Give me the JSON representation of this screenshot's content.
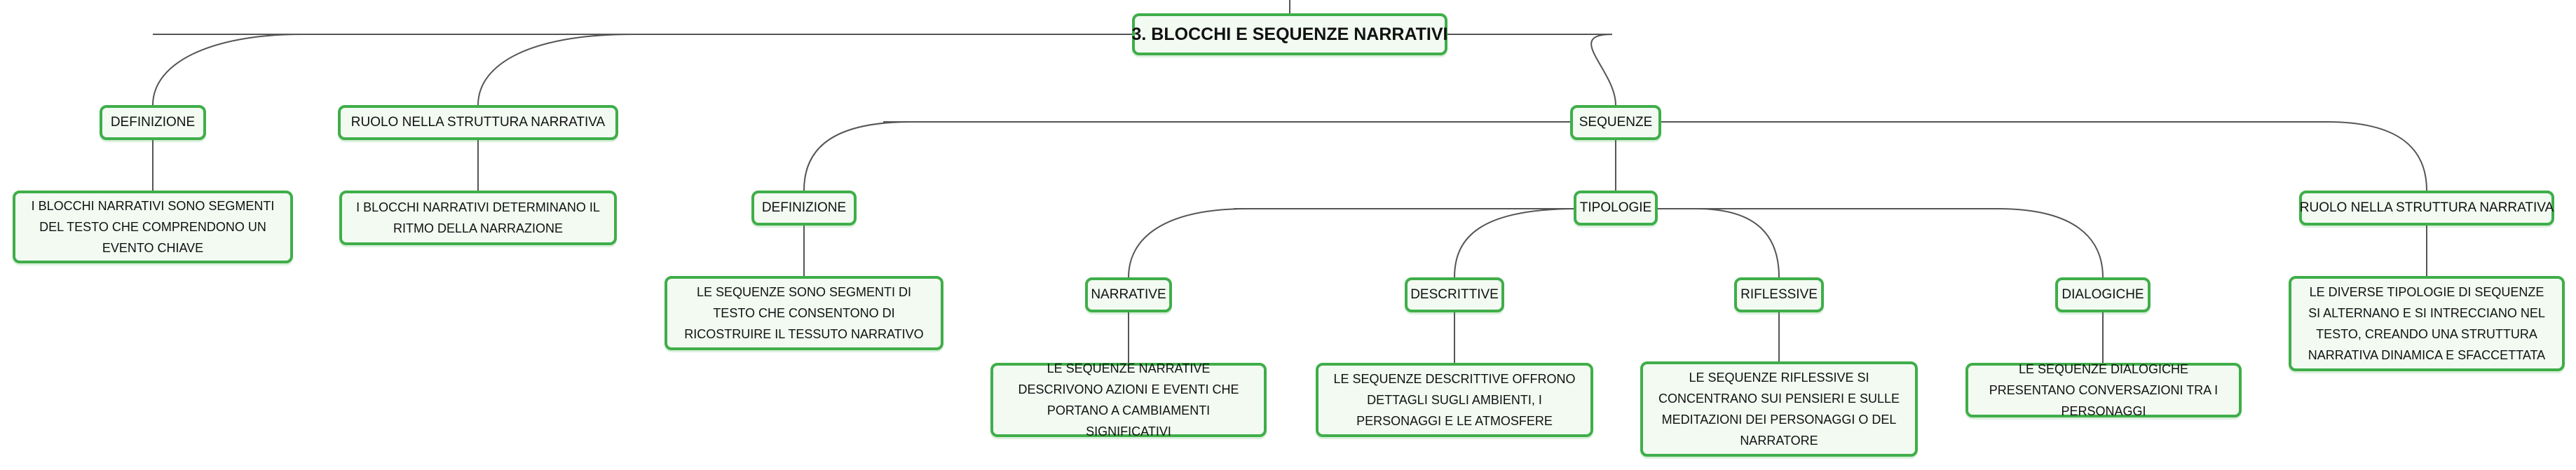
{
  "colors": {
    "border": "#3fae49",
    "fill": "#f2faf2",
    "link": "#555555"
  },
  "root": {
    "title": "3. BLOCCHI E SEQUENZE NARRATIVI"
  },
  "branches": {
    "definizione": {
      "label": "DEFINIZIONE",
      "text": "I BLOCCHI NARRATIVI SONO SEGMENTI DEL TESTO CHE COMPRENDONO UN EVENTO CHIAVE"
    },
    "ruolo": {
      "label": "RUOLO NELLA STRUTTURA NARRATIVA",
      "text": "I BLOCCHI NARRATIVI DETERMINANO IL RITMO DELLA NARRAZIONE"
    },
    "sequenze": {
      "label": "SEQUENZE",
      "definizione": {
        "label": "DEFINIZIONE",
        "text": "LE SEQUENZE SONO SEGMENTI DI TESTO CHE CONSENTONO DI RICOSTRUIRE IL TESSUTO NARRATIVO"
      },
      "tipologie": {
        "label": "TIPOLOGIE",
        "narrative": {
          "label": "NARRATIVE",
          "text": "LE SEQUENZE NARRATIVE DESCRIVONO AZIONI E EVENTI CHE PORTANO A CAMBIAMENTI SIGNIFICATIVI"
        },
        "descrittive": {
          "label": "DESCRITTIVE",
          "text": "LE SEQUENZE DESCRITTIVE OFFRONO DETTAGLI SUGLI AMBIENTI, I PERSONAGGI E LE ATMOSFERE"
        },
        "riflessive": {
          "label": "RIFLESSIVE",
          "text": "LE SEQUENZE RIFLESSIVE SI CONCENTRANO SUI PENSIERI E SULLE MEDITAZIONI DEI PERSONAGGI O DEL NARRATORE"
        },
        "dialogiche": {
          "label": "DIALOGICHE",
          "text": "LE SEQUENZE DIALOGICHE PRESENTANO CONVERSAZIONI TRA I PERSONAGGI"
        }
      },
      "ruolo": {
        "label": "RUOLO NELLA STRUTTURA NARRATIVA",
        "text": "LE DIVERSE TIPOLOGIE DI SEQUENZE SI ALTERNANO E SI INTRECCIANO NEL TESTO, CREANDO UNA STRUTTURA NARRATIVA DINAMICA E SFACCETTATA"
      }
    }
  }
}
